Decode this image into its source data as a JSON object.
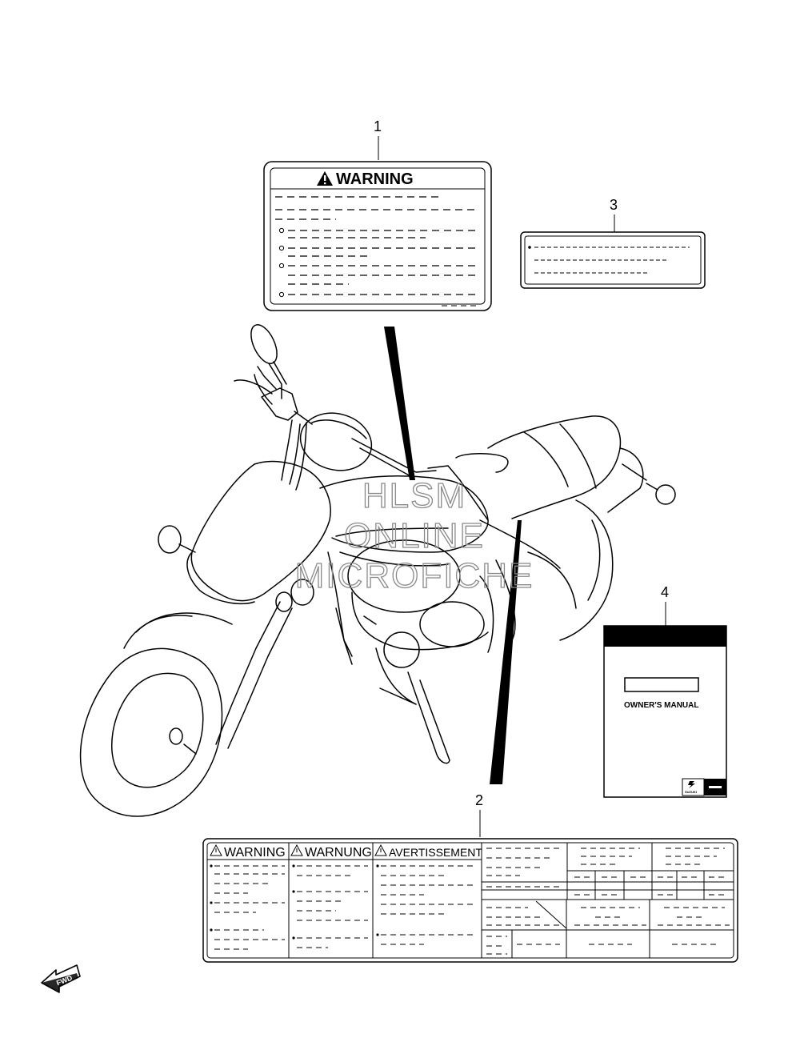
{
  "callouts": [
    "1",
    "2",
    "3",
    "4"
  ],
  "label1": {
    "title": "WARNING"
  },
  "label2": {
    "headings": [
      "WARNING",
      "WARNUNG",
      "AVERTISSEMENT"
    ]
  },
  "manual": {
    "title": "OWNER'S MANUAL",
    "logo_text": "SUZUKI"
  },
  "watermark": [
    "HLSM",
    "ONLINE",
    "MICROFICHE"
  ],
  "fwd": "FWD",
  "icons": [
    "warning-triangle-icon",
    "suzuki-logo-icon",
    "fwd-arrow-icon"
  ]
}
